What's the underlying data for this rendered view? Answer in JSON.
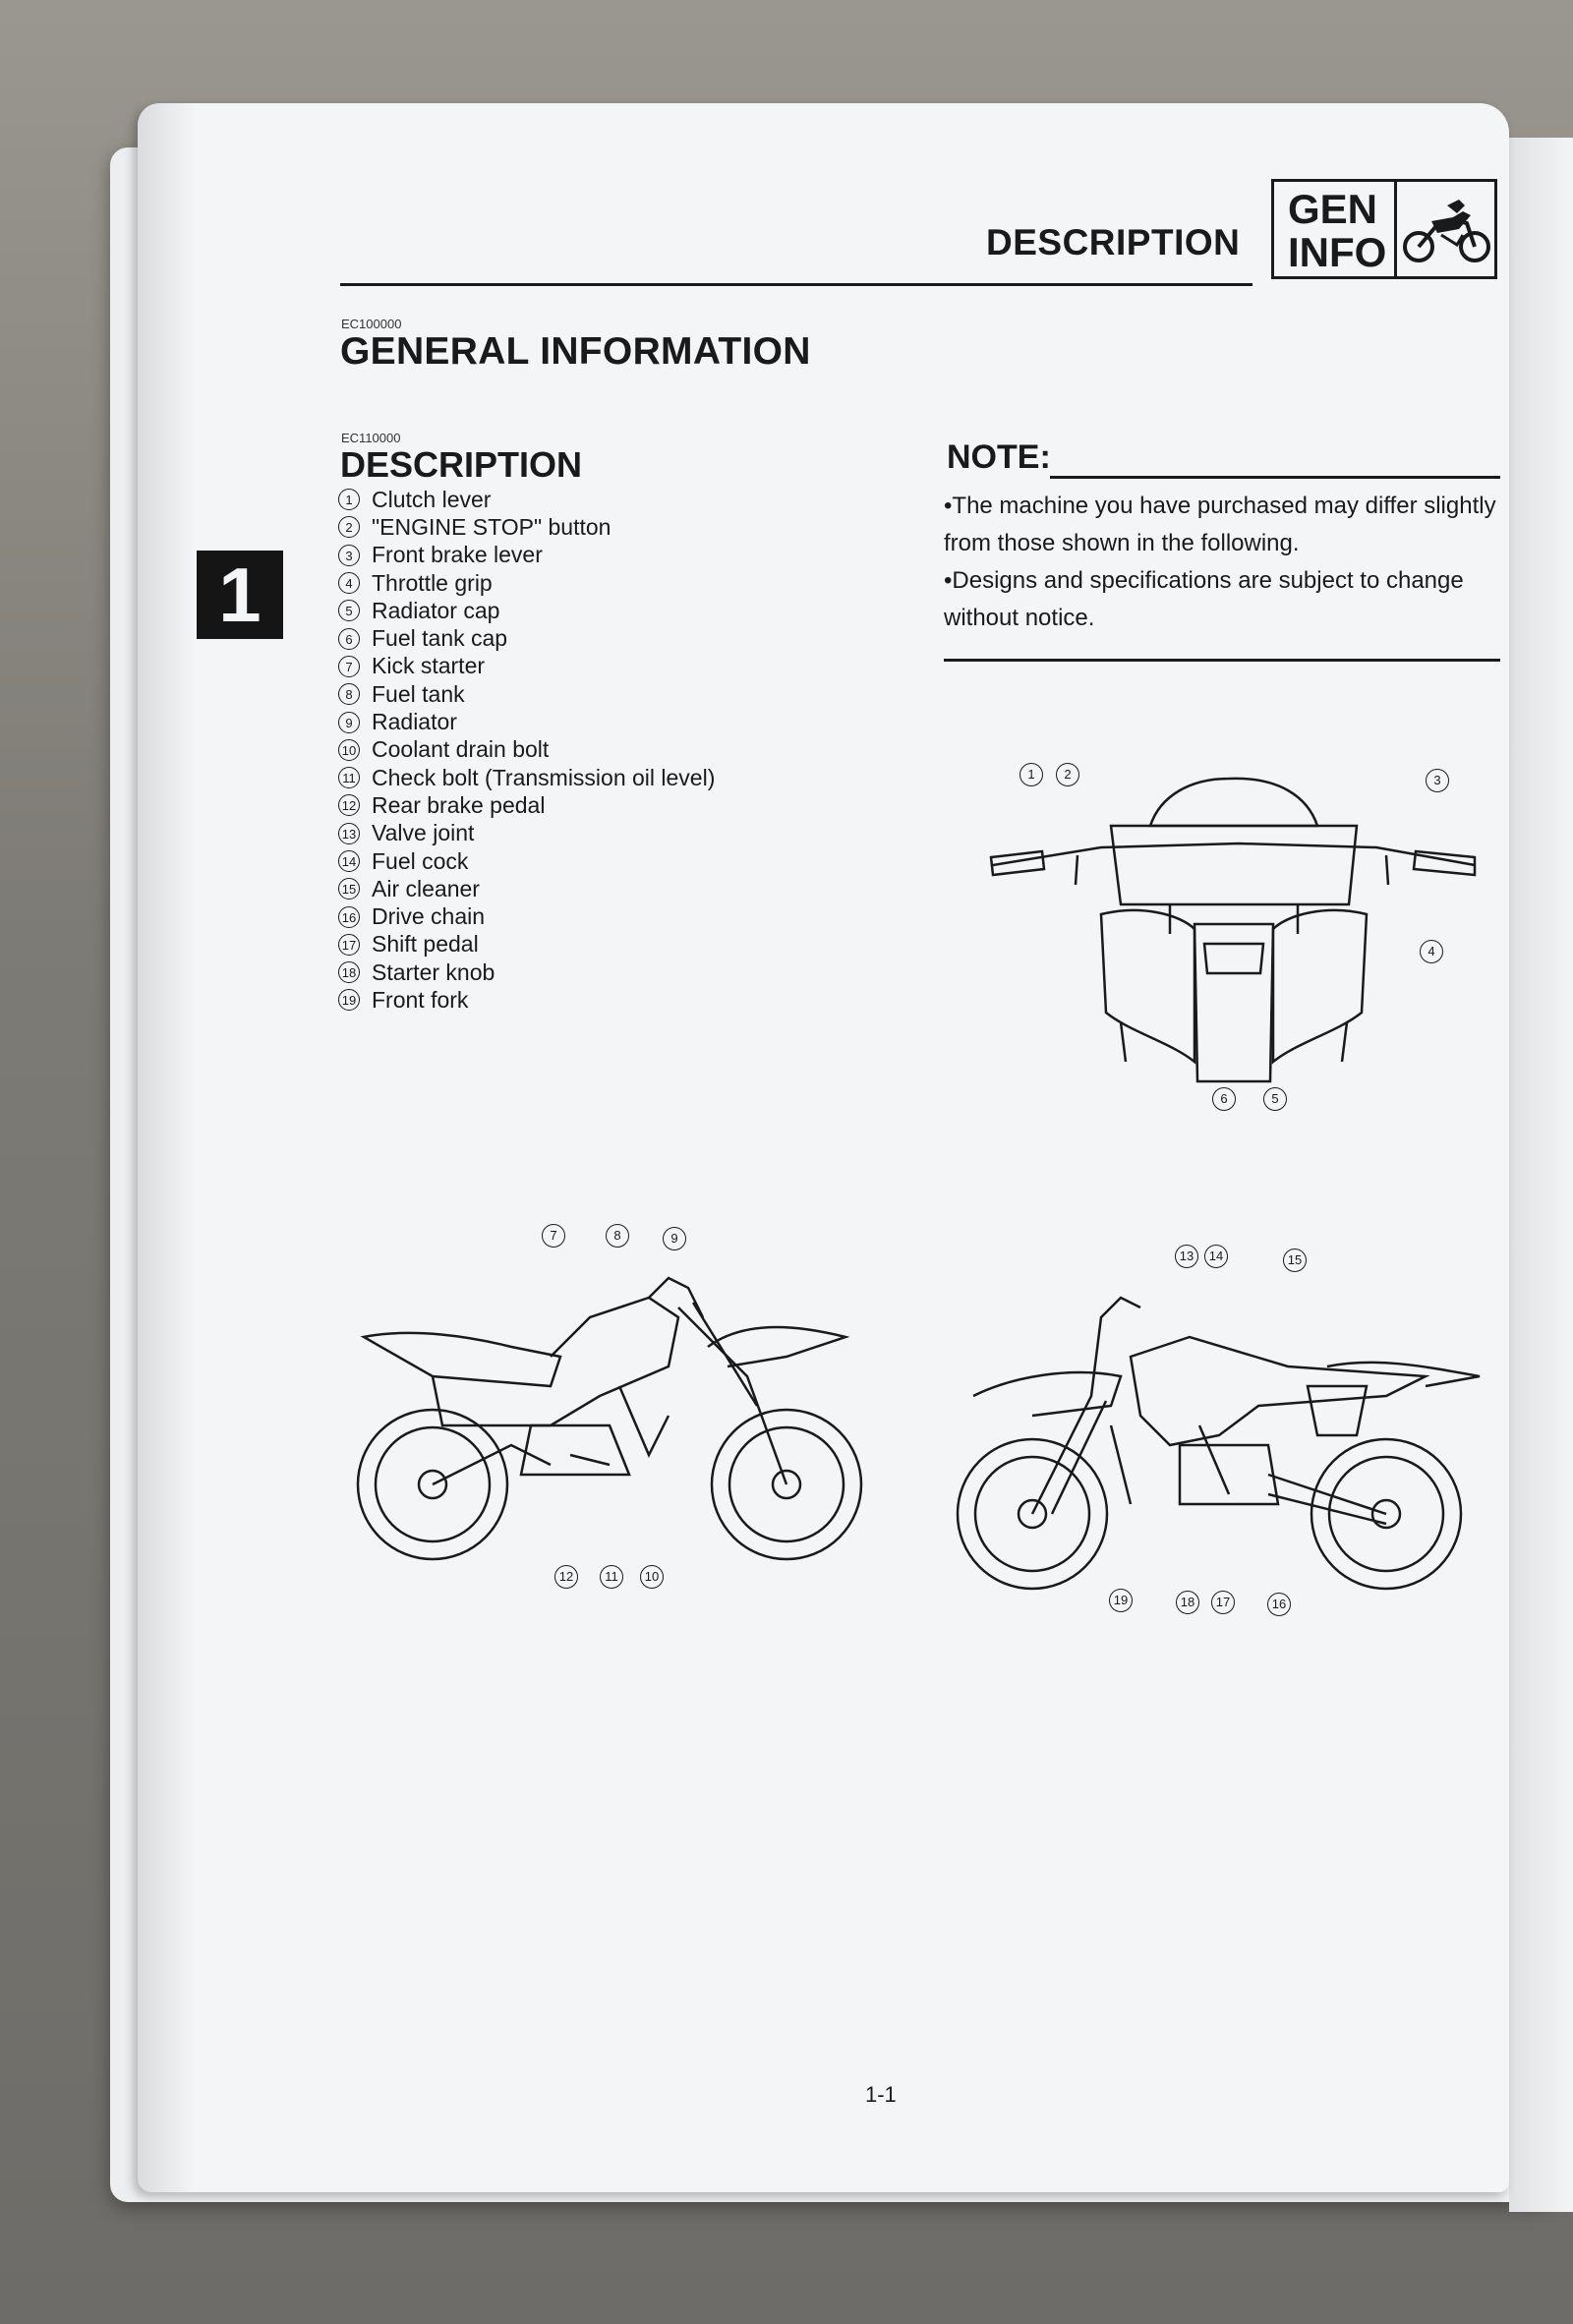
{
  "header": {
    "section": "DESCRIPTION",
    "badge_line1": "GEN",
    "badge_line2": "INFO",
    "badge_icon": "motorcycle-icon"
  },
  "codes": {
    "general": "EC100000",
    "description": "EC110000"
  },
  "title": "GENERAL INFORMATION",
  "chapter_tab": "1",
  "description": {
    "heading": "DESCRIPTION",
    "items": [
      {
        "num": "1",
        "label": "Clutch lever"
      },
      {
        "num": "2",
        "label": "\"ENGINE STOP\" button"
      },
      {
        "num": "3",
        "label": "Front brake lever"
      },
      {
        "num": "4",
        "label": "Throttle grip"
      },
      {
        "num": "5",
        "label": "Radiator cap"
      },
      {
        "num": "6",
        "label": "Fuel tank cap"
      },
      {
        "num": "7",
        "label": "Kick starter"
      },
      {
        "num": "8",
        "label": "Fuel tank"
      },
      {
        "num": "9",
        "label": "Radiator"
      },
      {
        "num": "10",
        "label": "Coolant drain bolt"
      },
      {
        "num": "11",
        "label": "Check bolt (Transmission oil level)"
      },
      {
        "num": "12",
        "label": "Rear brake pedal"
      },
      {
        "num": "13",
        "label": "Valve joint"
      },
      {
        "num": "14",
        "label": "Fuel cock"
      },
      {
        "num": "15",
        "label": "Air cleaner"
      },
      {
        "num": "16",
        "label": "Drive chain"
      },
      {
        "num": "17",
        "label": "Shift pedal"
      },
      {
        "num": "18",
        "label": "Starter knob"
      },
      {
        "num": "19",
        "label": "Front fork"
      }
    ]
  },
  "note": {
    "title": "NOTE:",
    "bullets": [
      "•The machine you have purchased may differ slightly from those shown in the following.",
      "•Designs and specifications are subject to change without notice."
    ]
  },
  "figures": {
    "front_callouts": [
      "1",
      "2",
      "3",
      "4",
      "6",
      "5"
    ],
    "left_callouts": [
      "7",
      "8",
      "9",
      "12",
      "11",
      "10"
    ],
    "right_callouts": [
      "13",
      "14",
      "15",
      "19",
      "18",
      "17",
      "16"
    ]
  },
  "page_number": "1-1"
}
